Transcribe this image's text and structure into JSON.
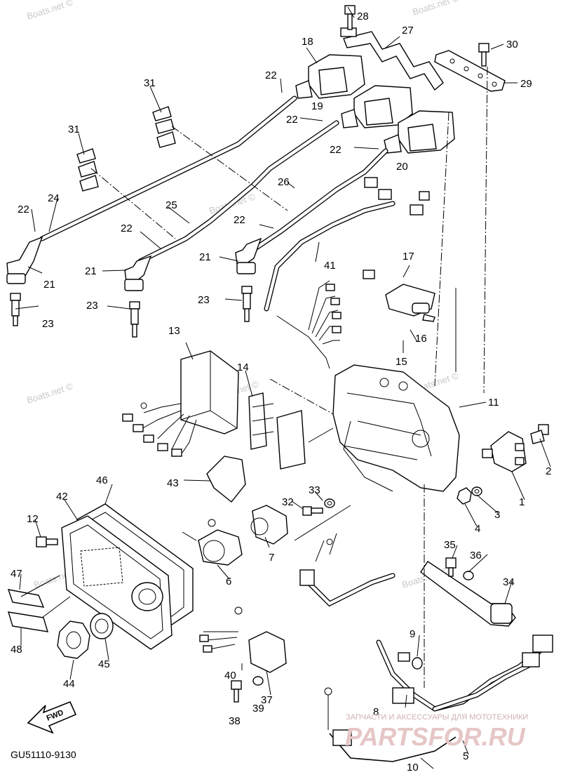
{
  "diagram_code": "GU51110-9130",
  "fwd_label": "FWD",
  "watermark_text": "Boats.net ©",
  "brand_logo": "PARTSFOR.RU",
  "brand_tagline": "ЗАПЧАСТИ И АКСЕССУАРЫ ДЛЯ МОТОТЕХНИКИ",
  "callouts": {
    "c1": "1",
    "c2": "2",
    "c3": "3",
    "c4": "4",
    "c5": "5",
    "c6": "6",
    "c7": "7",
    "c8": "8",
    "c9": "9",
    "c10": "10",
    "c11": "11",
    "c12": "12",
    "c13": "13",
    "c14": "14",
    "c15": "15",
    "c16": "16",
    "c17": "17",
    "c18": "18",
    "c19": "19",
    "c20": "20",
    "c21a": "21",
    "c21b": "21",
    "c21c": "21",
    "c22a": "22",
    "c22b": "22",
    "c22c": "22",
    "c22d": "22",
    "c22e": "22",
    "c22f": "22",
    "c23a": "23",
    "c23b": "23",
    "c23c": "23",
    "c24": "24",
    "c25": "25",
    "c26": "26",
    "c27": "27",
    "c28": "28",
    "c29": "29",
    "c30": "30",
    "c31a": "31",
    "c31b": "31",
    "c32": "32",
    "c33": "33",
    "c34": "34",
    "c35": "35",
    "c36": "36",
    "c37": "37",
    "c38": "38",
    "c39": "39",
    "c40": "40",
    "c41": "41",
    "c42": "42",
    "c43": "43",
    "c44": "44",
    "c45": "45",
    "c46": "46",
    "c47": "47",
    "c48": "48"
  }
}
